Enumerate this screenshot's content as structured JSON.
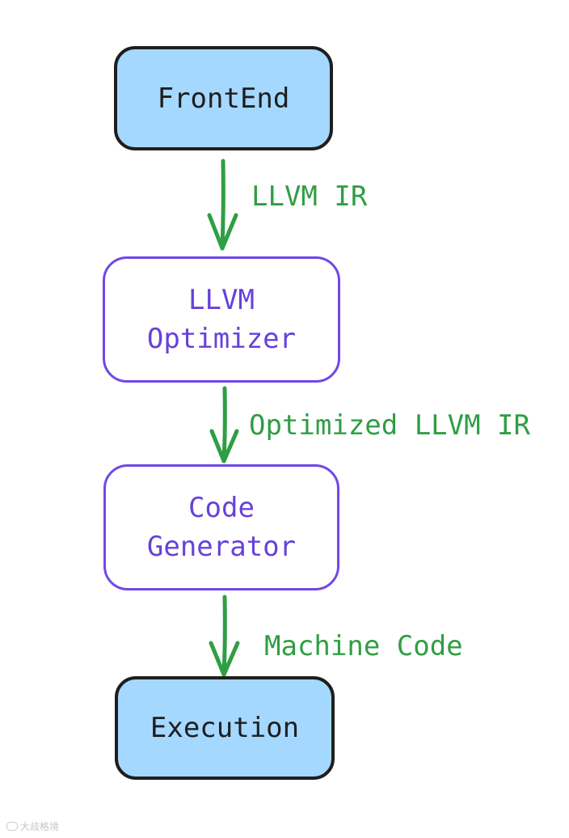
{
  "nodes": {
    "frontend": {
      "label": "FrontEnd"
    },
    "optimizer": {
      "line1": "LLVM",
      "line2": "Optimizer"
    },
    "codegen": {
      "line1": "Code",
      "line2": "Generator"
    },
    "execution": {
      "label": "Execution"
    }
  },
  "edges": {
    "e1": {
      "label": "LLVM IR"
    },
    "e2": {
      "label": "Optimized LLVM IR"
    },
    "e3": {
      "label": "Machine Code"
    }
  },
  "watermark": {
    "text": "大歧格境"
  },
  "colors": {
    "filled_node": "#a5d8ff",
    "node_stroke_dark": "#1e1e1e",
    "purple": "#7048e8",
    "edge_green": "#2f9e44"
  }
}
